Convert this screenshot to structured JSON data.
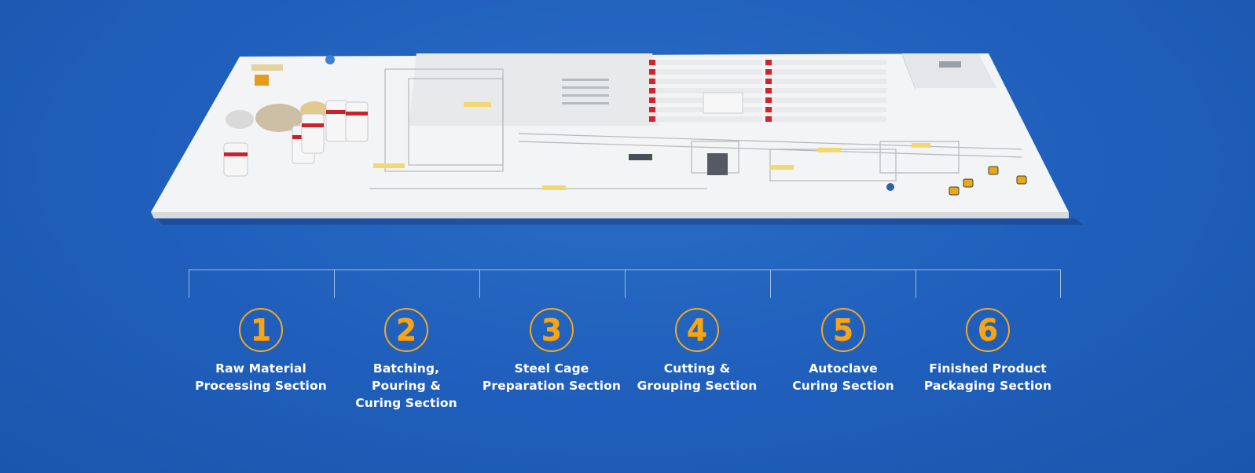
{
  "diagram": {
    "steps": [
      {
        "number": "1",
        "label_lines": [
          "Raw Material",
          "Processing Section"
        ]
      },
      {
        "number": "2",
        "label_lines": [
          "Batching,",
          "Pouring &",
          "Curing Section"
        ]
      },
      {
        "number": "3",
        "label_lines": [
          "Steel Cage",
          "Preparation Section"
        ]
      },
      {
        "number": "4",
        "label_lines": [
          "Cutting &",
          "Grouping Section"
        ]
      },
      {
        "number": "5",
        "label_lines": [
          "Autoclave",
          "Curing Section"
        ]
      },
      {
        "number": "6",
        "label_lines": [
          "Finished Product",
          "Packaging Section"
        ]
      }
    ]
  },
  "colors": {
    "background": "#1f5fbb",
    "accent_number": "#f7a516",
    "label_text": "#ffffff",
    "platform": "#f2f2f2",
    "autoclave_red": "#d3242c"
  },
  "icons": [
    "factory-layout-illustration",
    "silo-icon",
    "autoclave-icon",
    "forklift-icon"
  ]
}
